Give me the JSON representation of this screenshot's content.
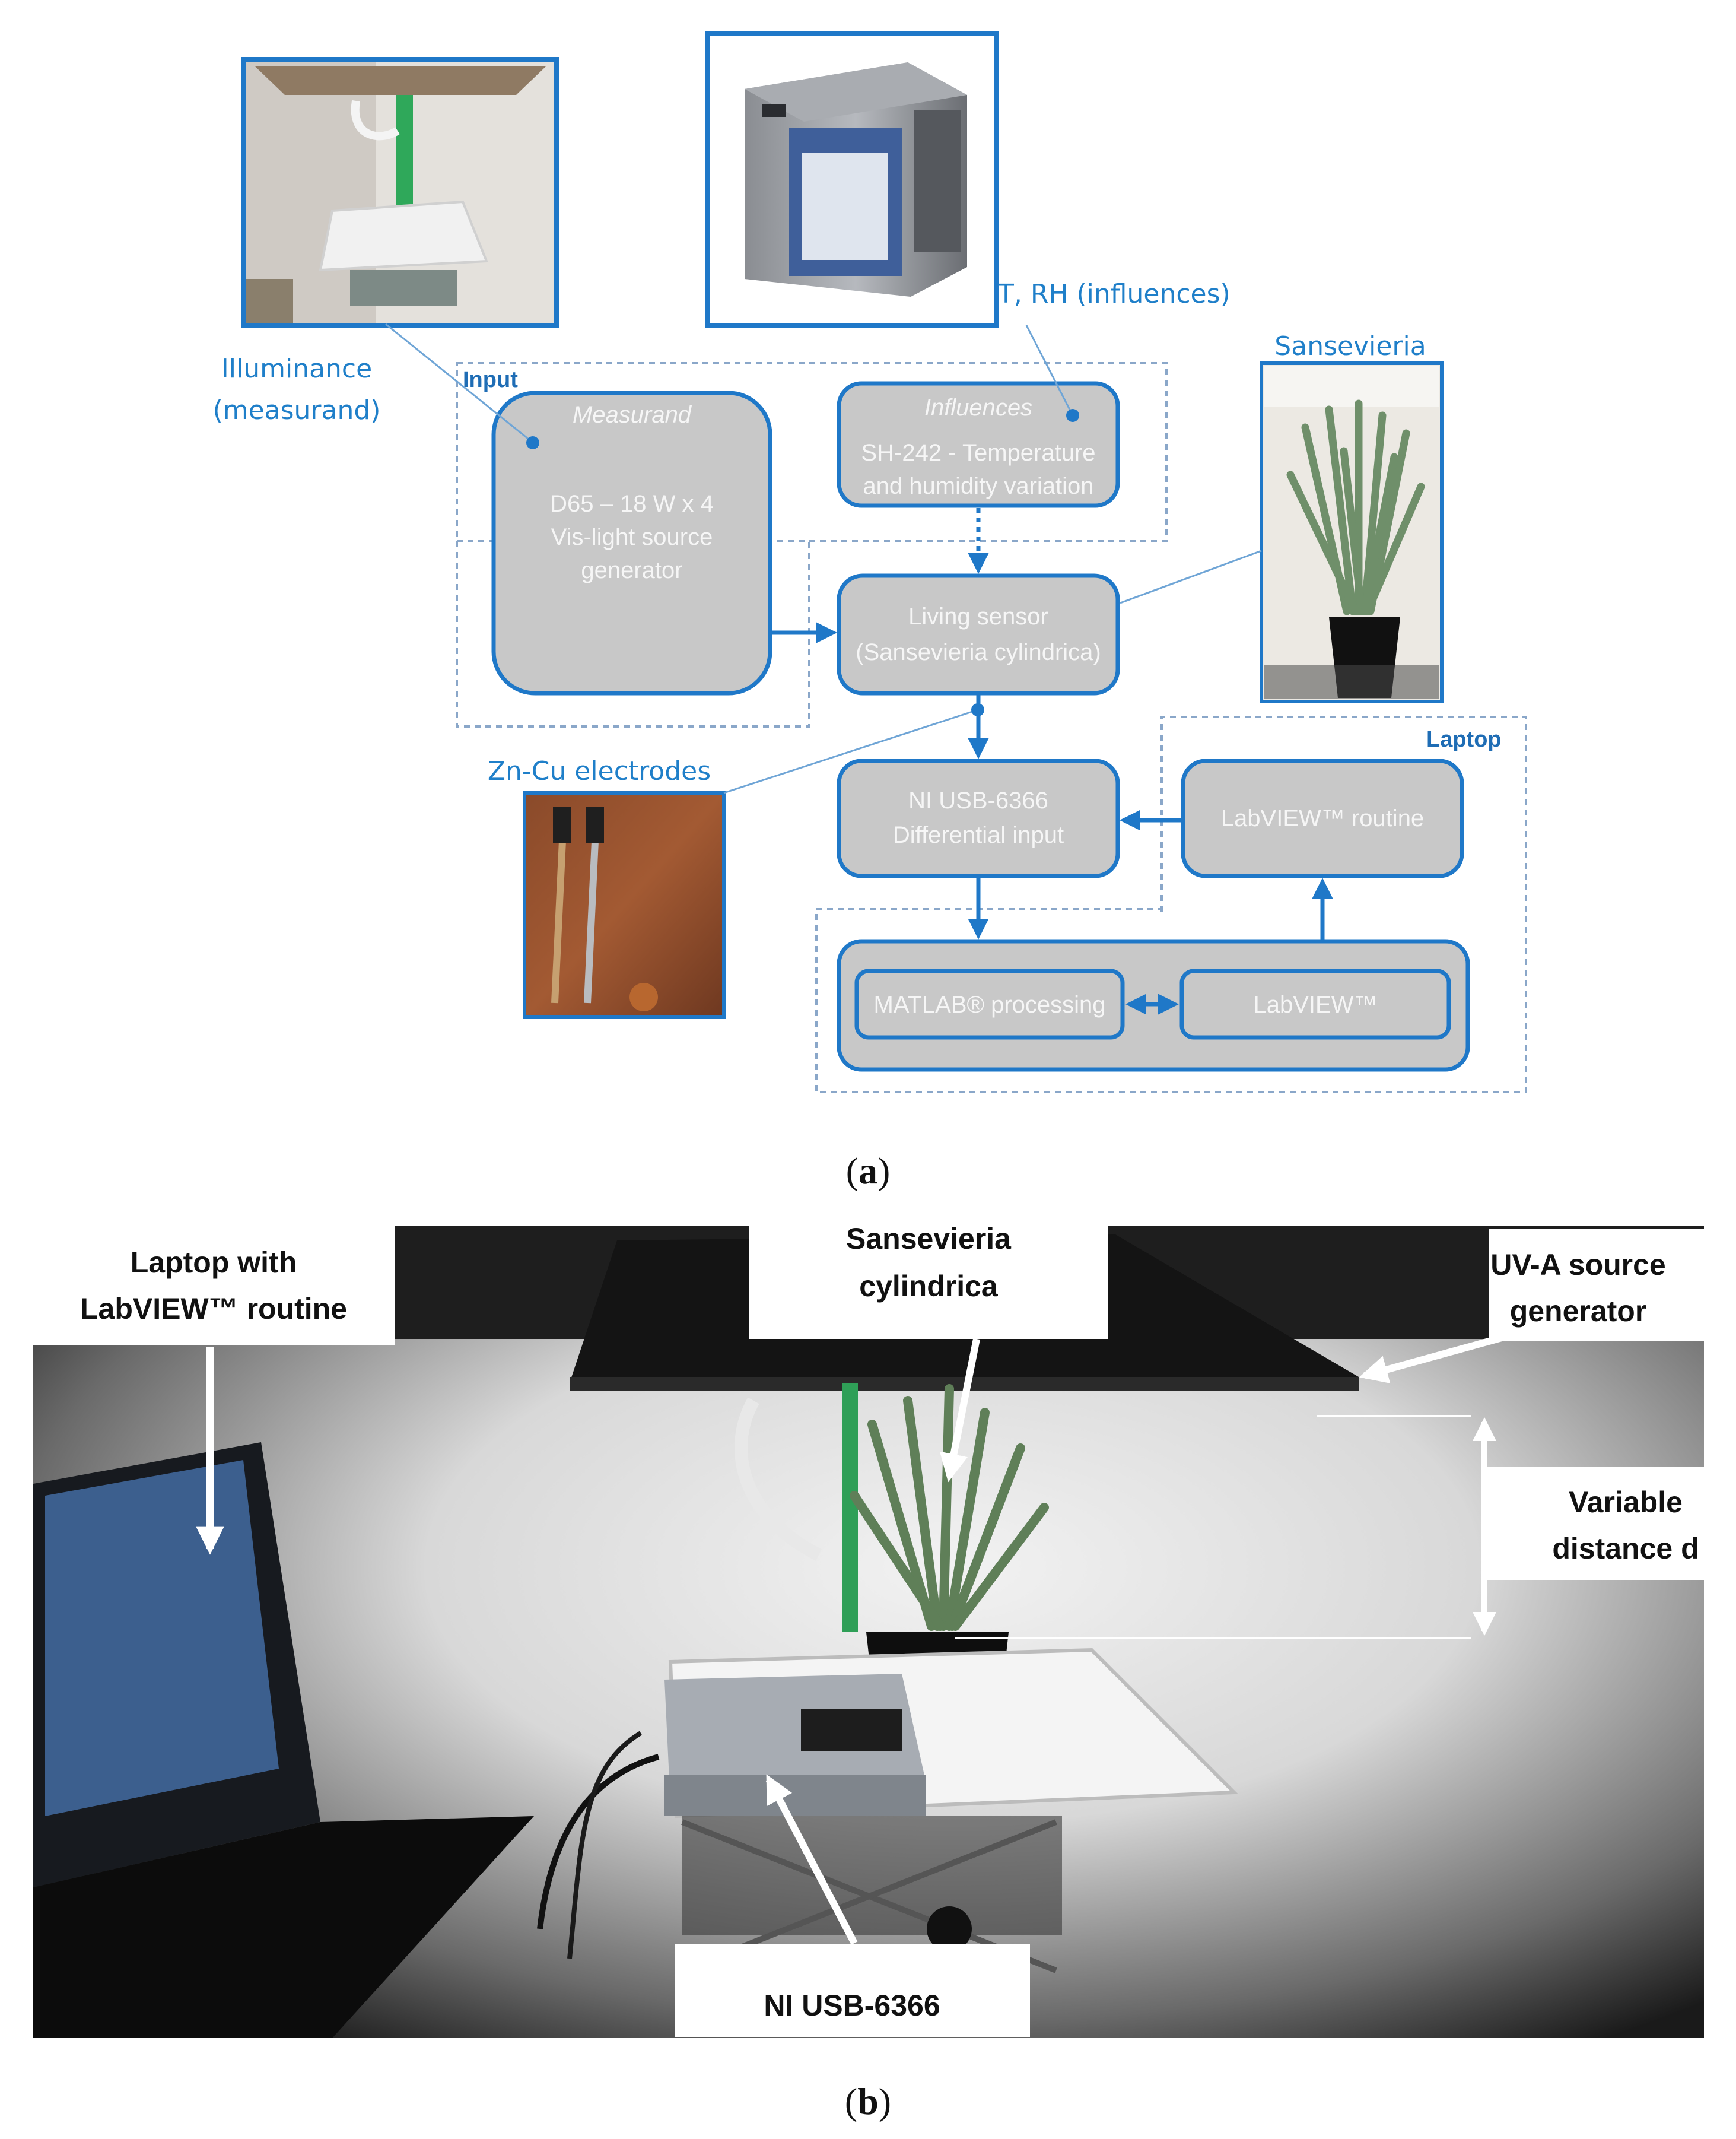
{
  "part_a": {
    "labels": {
      "illuminance_line1": "Illuminance",
      "illuminance_line2": "(measurand)",
      "t_rh": "T, RH (influences)",
      "sansevieria": "Sansevieria",
      "zn_cu": "Zn-Cu electrodes"
    },
    "groups": {
      "input": "Input",
      "laptop": "Laptop"
    },
    "boxes": {
      "measurand": {
        "title": "Measurand",
        "line1": "D65 – 18 W x 4",
        "line2": "Vis-light source",
        "line3": "generator"
      },
      "influences": {
        "title": "Influences",
        "line1": "SH-242 - Temperature",
        "line2": "and humidity variation"
      },
      "living_sensor": {
        "line1": "Living sensor",
        "line2": "(Sansevieria cylindrica)"
      },
      "ni_usb": {
        "line1": "NI USB-6366",
        "line2": "Differential input"
      },
      "labview_routine": "LabVIEW™ routine",
      "matlab": "MATLAB® processing",
      "labview": "LabVIEW™"
    },
    "caption_open": "(",
    "caption_letter": "a",
    "caption_close": ")"
  },
  "part_b": {
    "callouts": {
      "laptop_line1": "Laptop with",
      "laptop_line2": "LabVIEW™ routine",
      "sansevieria_line1": "Sansevieria",
      "sansevieria_line2": "cylindrica",
      "uva_line1": "UV-A source",
      "uva_line2": "generator",
      "distance_line1": "Variable",
      "distance_line2": "distance d",
      "ni_usb": "NI USB-6366"
    },
    "caption_open": "(",
    "caption_letter": "b",
    "caption_close": ")"
  },
  "colors": {
    "accent_blue": "#1f7fc9",
    "box_fill": "#c8c8c8",
    "box_stroke": "#1f78c8"
  }
}
